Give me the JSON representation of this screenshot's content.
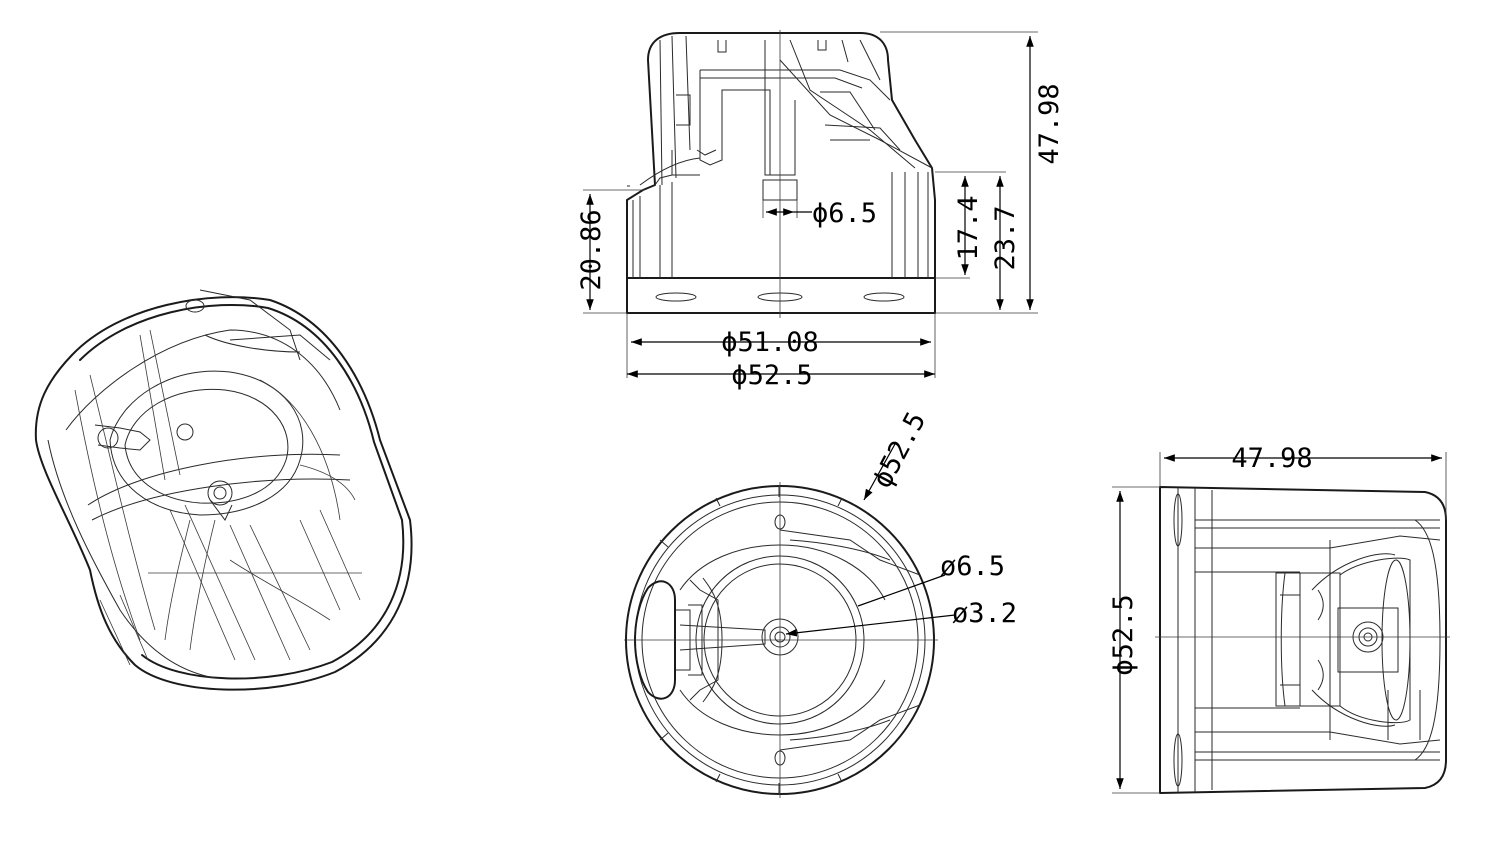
{
  "dimensions": {
    "front_height_total": "47.98",
    "front_bore_diameter": "ϕ6.5",
    "front_depth_inner": "17.4",
    "front_depth_outer": "23.7",
    "front_base_height": "20.86",
    "front_inner_diameter": "ϕ51.08",
    "front_outer_diameter": "ϕ52.5",
    "bottom_outer_diameter": "ϕ52.5",
    "bottom_bore_diameter": "ø6.5",
    "bottom_hole_diameter": "ø3.2",
    "side_length": "47.98",
    "side_diameter": "ϕ52.5"
  }
}
